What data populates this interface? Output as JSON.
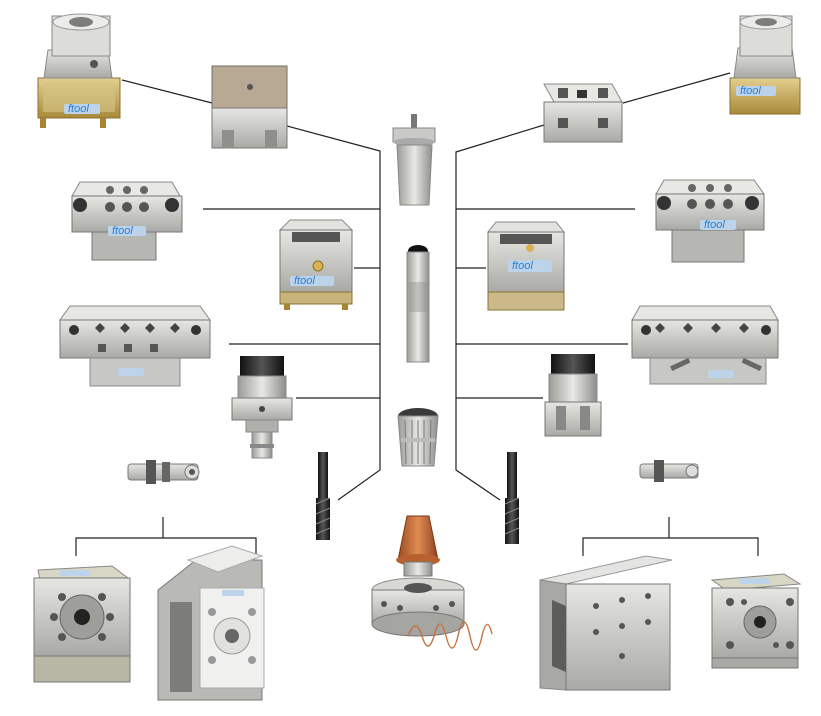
{
  "colors": {
    "background": "#ffffff",
    "connector": "#222222",
    "steel_light": "#d9d9d6",
    "steel_mid": "#b8b8b4",
    "steel_dark": "#8a8a86",
    "brass": "#c9a24a",
    "copper": "#c8733f",
    "black_part": "#2b2b2b",
    "label_plate": "#b9d6ef",
    "label_text": "#2a7fd4"
  },
  "brand": {
    "label_1": "ftool",
    "label_2": "ftool",
    "label_3": "ftool",
    "label_4": "ftool",
    "label_5": "ftool",
    "label_6": "ftool"
  },
  "components": [
    {
      "name": "chuck-brass-base-top-left",
      "icon": "electrode-holder-icon"
    },
    {
      "name": "square-pallet-top-left",
      "icon": "pallet-icon"
    },
    {
      "name": "threaded-spigot-center",
      "icon": "spigot-icon"
    },
    {
      "name": "square-pallet-top-right",
      "icon": "pallet-icon"
    },
    {
      "name": "chuck-brass-base-top-right",
      "icon": "electrode-holder-icon"
    },
    {
      "name": "six-hole-pallet-left",
      "icon": "pallet-icon"
    },
    {
      "name": "six-hole-pallet-right",
      "icon": "pallet-icon"
    },
    {
      "name": "square-chuck-left",
      "icon": "chuck-icon"
    },
    {
      "name": "square-chuck-right",
      "icon": "chuck-icon"
    },
    {
      "name": "drawbar-rod-center",
      "icon": "rod-icon"
    },
    {
      "name": "multi-pallet-left",
      "icon": "pallet-icon"
    },
    {
      "name": "multi-pallet-right",
      "icon": "pallet-icon"
    },
    {
      "name": "collet-chuck-left",
      "icon": "collet-chuck-icon"
    },
    {
      "name": "collet-chuck-right",
      "icon": "collet-chuck-icon"
    },
    {
      "name": "collet-center",
      "icon": "collet-icon"
    },
    {
      "name": "end-mill-left",
      "icon": "end-mill-icon"
    },
    {
      "name": "end-mill-right",
      "icon": "end-mill-icon"
    },
    {
      "name": "coupling-bolt-left",
      "icon": "bolt-icon"
    },
    {
      "name": "coupling-bolt-right",
      "icon": "bolt-icon"
    },
    {
      "name": "machine-chuck-bottom-left",
      "icon": "chuck-icon"
    },
    {
      "name": "angle-block-bottom-left",
      "icon": "angle-block-icon"
    },
    {
      "name": "spindle-chuck-bottom-center",
      "icon": "spindle-icon"
    },
    {
      "name": "angle-plate-bottom-right",
      "icon": "angle-block-icon"
    },
    {
      "name": "machine-chuck-bottom-right",
      "icon": "chuck-icon"
    }
  ]
}
